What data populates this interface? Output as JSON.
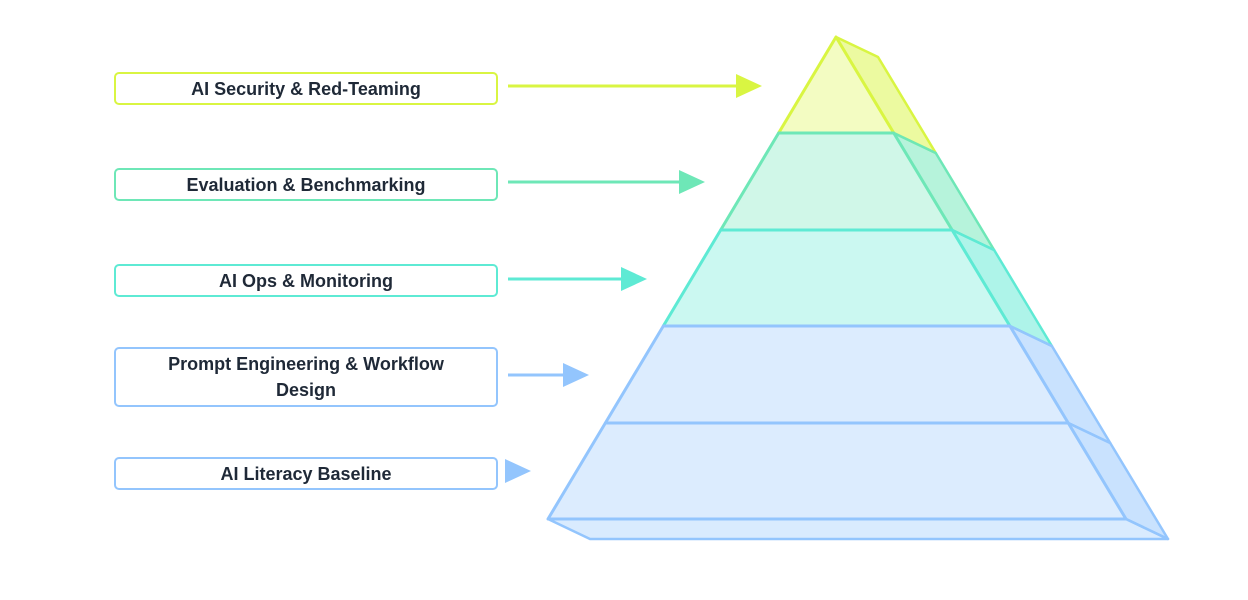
{
  "pyramid": {
    "levels": [
      {
        "label": "AI Security & Red-Teaming",
        "color": "#d9f542"
      },
      {
        "label": "Evaluation & Benchmarking",
        "color": "#6ee7b7"
      },
      {
        "label": "AI Ops & Monitoring",
        "color": "#5eead4"
      },
      {
        "label": "Prompt Engineering & Workflow Design",
        "color": "#93c5fd"
      },
      {
        "label": "AI Literacy Baseline",
        "color": "#93c5fd"
      }
    ]
  }
}
